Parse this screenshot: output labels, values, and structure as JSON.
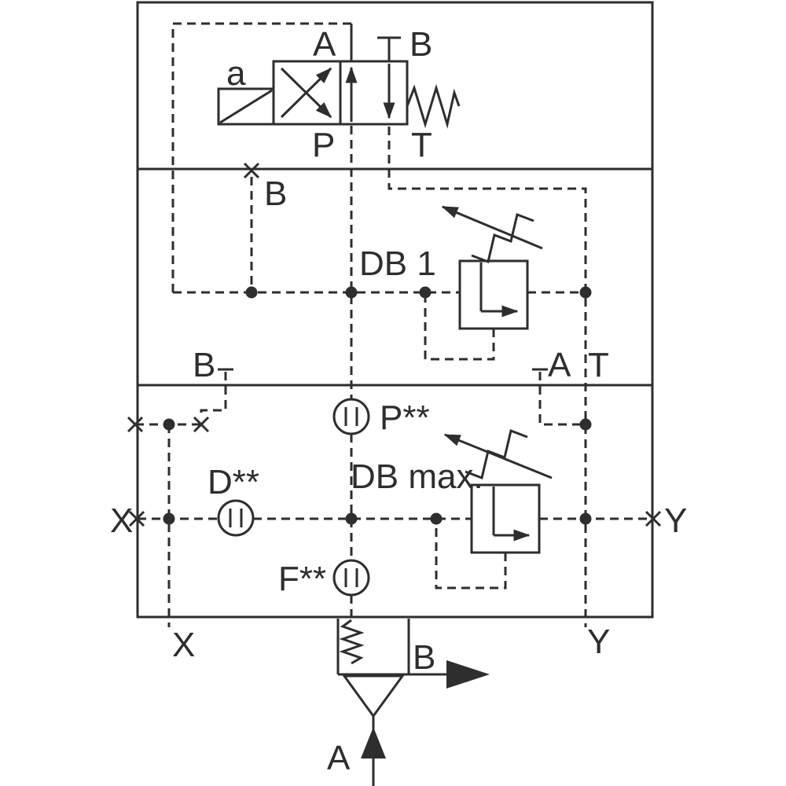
{
  "colors": {
    "line": "#2e2e2e",
    "background": "#ffffff"
  },
  "labels": {
    "solenoid": "a",
    "valve_port_a": "A",
    "valve_port_b": "B",
    "valve_port_p": "P",
    "valve_port_t": "T",
    "plugged_port_b": "B",
    "relief_db1": "DB 1",
    "mid_port_b": "B",
    "mid_port_a": "A",
    "mid_port_t": "T",
    "orifice_p": "P**",
    "relief_db_max": "DB max.",
    "orifice_d": "D**",
    "left_port_x": "X",
    "right_port_y": "Y",
    "orifice_f": "F**",
    "bottom_port_x": "X",
    "bottom_port_y": "Y",
    "outlet_b": "B",
    "inlet_a": "A"
  }
}
